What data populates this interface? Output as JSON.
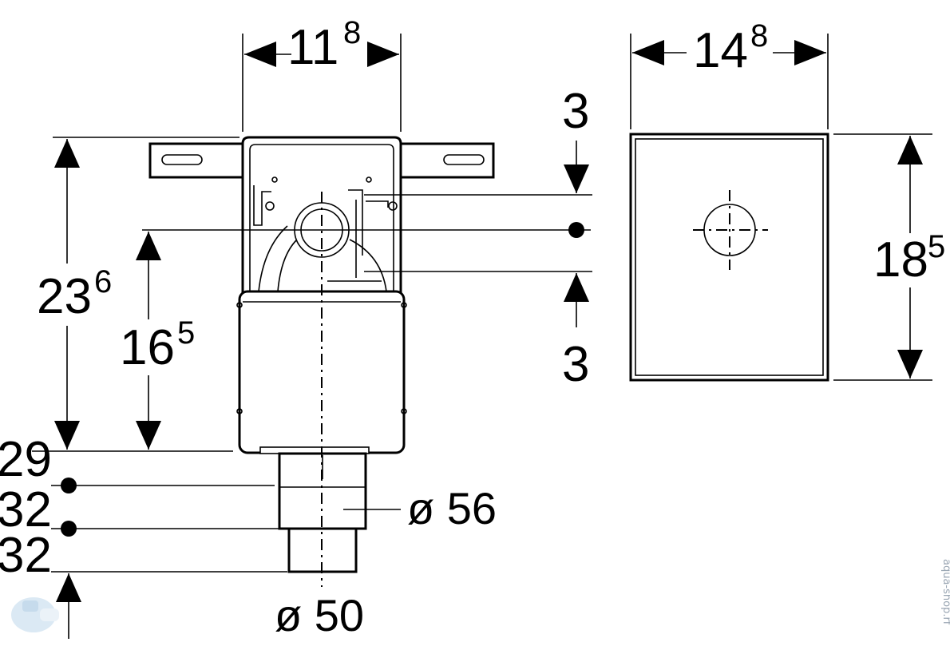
{
  "drawing": {
    "dimensions": {
      "top_width": {
        "main": "11",
        "sup": "8"
      },
      "plate_width": {
        "main": "14",
        "sup": "8"
      },
      "plate_height": {
        "main": "18",
        "sup": "5"
      },
      "total_height": {
        "main": "23",
        "sup": "6"
      },
      "axis_height": {
        "main": "16",
        "sup": "5"
      },
      "offset_up": "3",
      "offset_down": "3",
      "pipe_step_1": "29",
      "pipe_step_2": "32",
      "pipe_step_3": "32"
    },
    "diameters": {
      "upper_pipe": "ø 56",
      "lower_pipe": "ø 50"
    },
    "watermark": "aqua-shop.rf"
  }
}
